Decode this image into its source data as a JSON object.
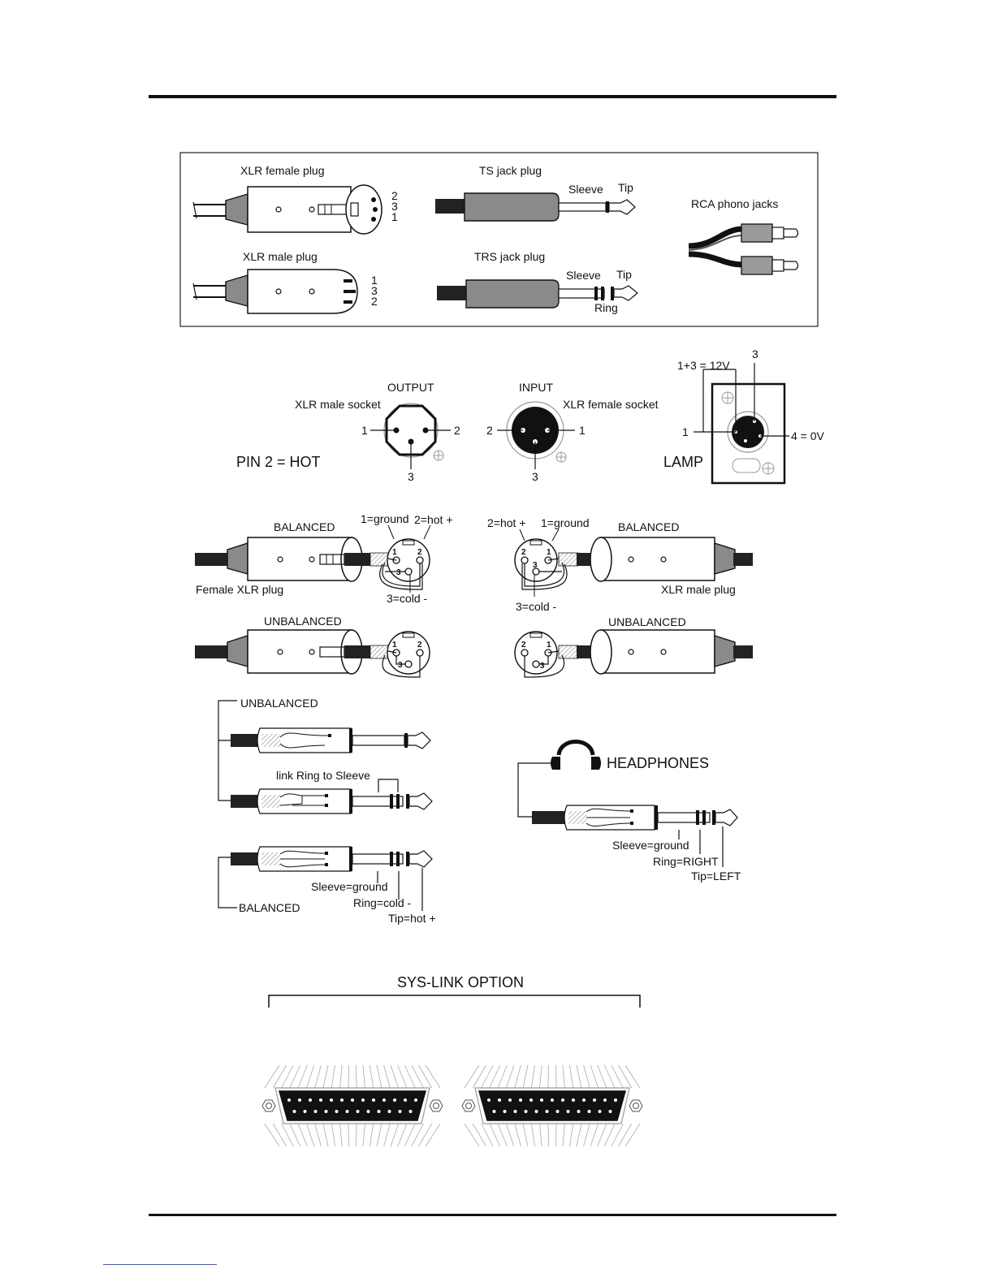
{
  "connectors_box": {
    "xlr_female_plug": {
      "title": "XLR female plug",
      "pins": [
        "2",
        "3",
        "1"
      ]
    },
    "xlr_male_plug": {
      "title": "XLR male plug",
      "pins": [
        "1",
        "3",
        "2"
      ]
    },
    "ts_jack_plug": {
      "title": "TS jack plug",
      "sleeve": "Sleeve",
      "tip": "Tip"
    },
    "trs_jack_plug": {
      "title": "TRS jack plug",
      "sleeve": "Sleeve",
      "tip": "Tip",
      "ring": "Ring"
    },
    "rca": {
      "title": "RCA phono jacks"
    }
  },
  "sockets": {
    "pin2_hot": "PIN 2 = HOT",
    "output": {
      "title": "OUTPUT",
      "name": "XLR male socket",
      "pin_left": "1",
      "pin_right": "2",
      "pin_bottom": "3"
    },
    "input": {
      "title": "INPUT",
      "name": "XLR female socket",
      "pin_left": "2",
      "pin_right": "1",
      "pin_bottom": "3"
    },
    "lamp": {
      "title": "LAMP",
      "pin_top": "3",
      "label_12v": "1+3 = 12V",
      "pin_left": "1",
      "label_0v": "4 = 0V"
    }
  },
  "xlr_wiring": {
    "left_balanced": {
      "title": "BALANCED",
      "ground": "1=ground",
      "hot": "2=hot +",
      "cold": "3=cold -",
      "caption": "Female XLR plug",
      "pins": [
        "1",
        "2",
        "3"
      ]
    },
    "right_balanced": {
      "title": "BALANCED",
      "hot": "2=hot +",
      "ground": "1=ground",
      "cold": "3=cold -",
      "caption": "XLR male plug",
      "pins": [
        "2",
        "1",
        "3"
      ]
    },
    "left_unbalanced": {
      "title": "UNBALANCED",
      "pins": [
        "1",
        "2",
        "3"
      ]
    },
    "right_unbalanced": {
      "title": "UNBALANCED",
      "pins": [
        "2",
        "1",
        "3"
      ]
    }
  },
  "jack_wiring": {
    "unbalanced": "UNBALANCED",
    "link": "link Ring to Sleeve",
    "balanced": "BALANCED",
    "sleeve": "Sleeve=ground",
    "ring": "Ring=cold -",
    "tip": "Tip=hot +"
  },
  "headphones": {
    "title": "HEADPHONES",
    "sleeve": "Sleeve=ground",
    "ring": "Ring=RIGHT",
    "tip": "Tip=LEFT"
  },
  "syslink": {
    "title": "SYS-LINK OPTION"
  }
}
